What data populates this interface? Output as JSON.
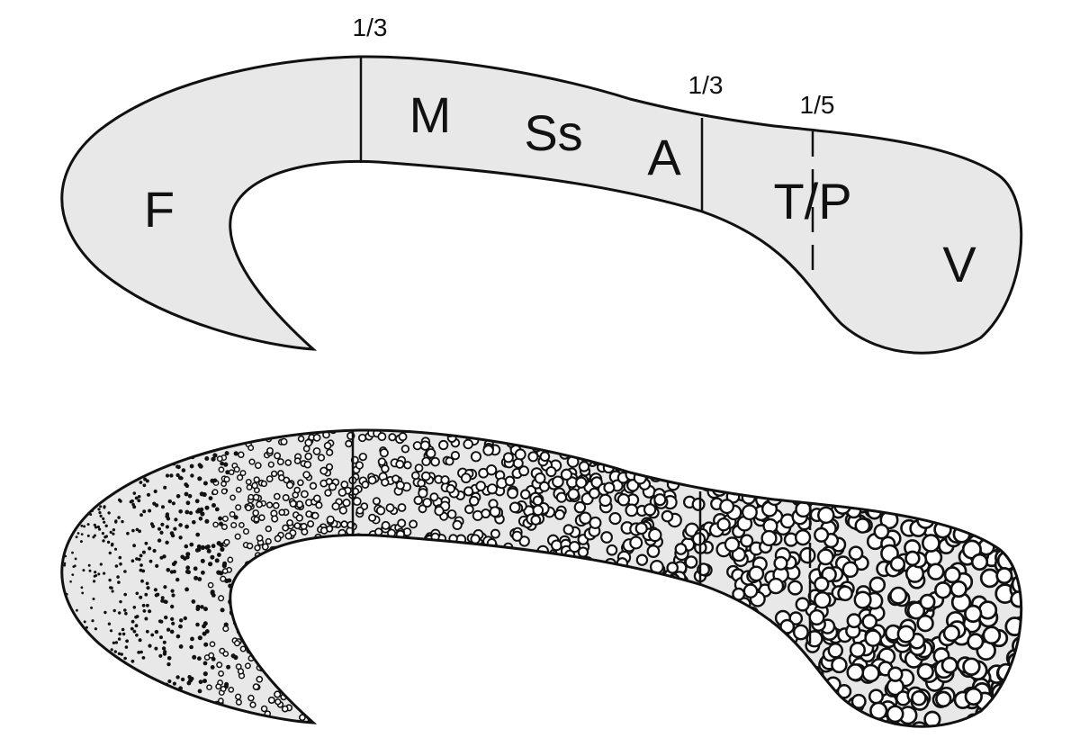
{
  "top_diagram": {
    "region_labels": {
      "frontal": "F",
      "motor": "M",
      "somatosensory": "Ss",
      "auditory": "A",
      "temporal_parietal": "T/P",
      "visual": "V"
    },
    "fraction_labels": {
      "boundary_1": "1/3",
      "boundary_2": "1/3",
      "boundary_3": "1/5"
    }
  },
  "bottom_diagram": {
    "pattern": "stippled-to-circles-gradient"
  },
  "colors": {
    "fill": "#e8e8e8",
    "outline": "#111111",
    "background": "#ffffff"
  }
}
